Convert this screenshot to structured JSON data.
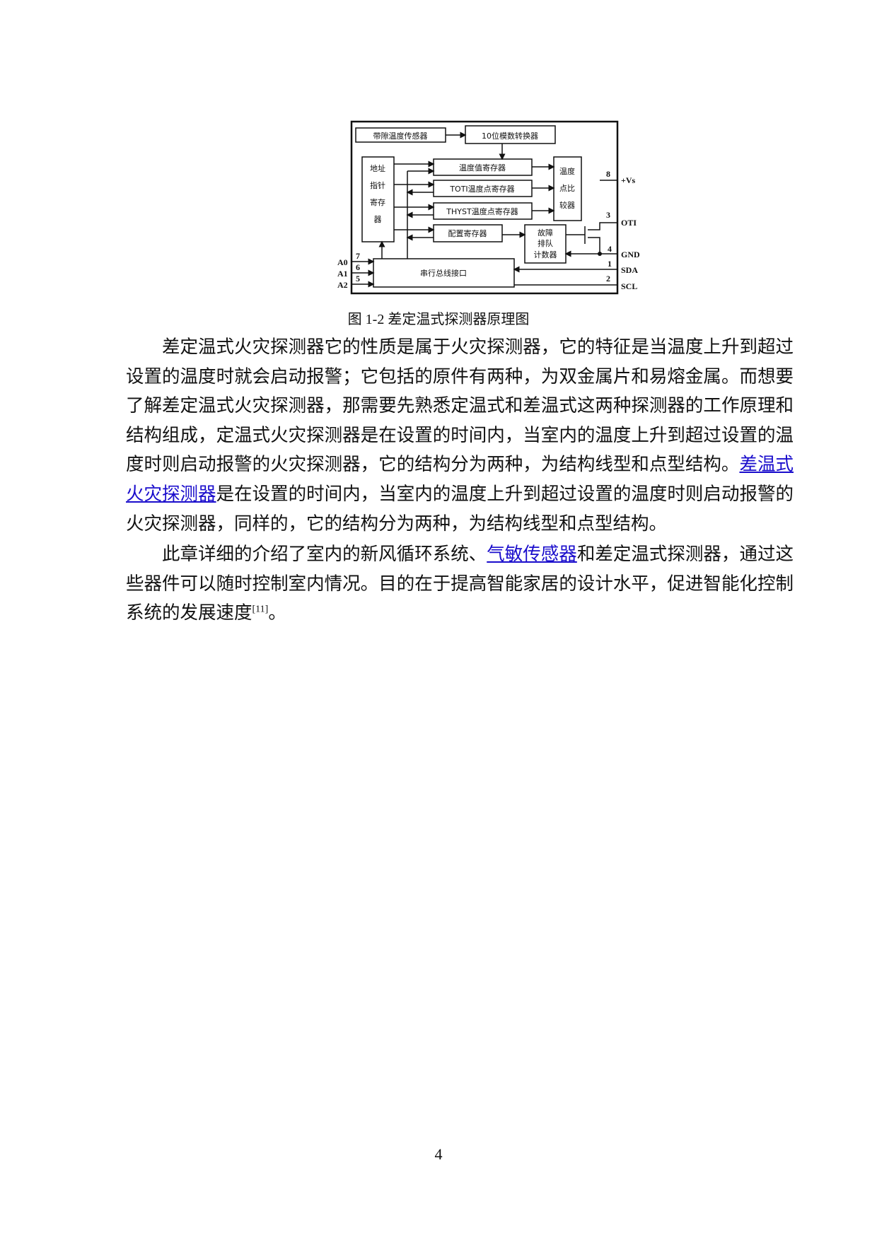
{
  "figure": {
    "caption": "图 1-2  差定温式探测器原理图",
    "blocks": {
      "sensor": "带隙温度传感器",
      "adc": "10位模数转换器",
      "pointer": [
        "地址",
        "指针",
        "寄存",
        "器"
      ],
      "temp_reg": "温度值寄存器",
      "toti_reg": "TOTI温度点寄存器",
      "thyst_reg": "THYST温度点寄存器",
      "config_reg": "配置寄存器",
      "comparator": [
        "温度",
        "点比",
        "较器"
      ],
      "fault_counter": [
        "故障",
        "排队",
        "计数器"
      ],
      "serial_if": "串行总线接口"
    },
    "pins": {
      "vs": {
        "num": "8",
        "label": "+Vs"
      },
      "oti": {
        "num": "3",
        "label": "OTI"
      },
      "gnd": {
        "num": "4",
        "label": "GND"
      },
      "sda": {
        "num": "1",
        "label": "SDA"
      },
      "scl": {
        "num": "2",
        "label": "SCL"
      },
      "a0": {
        "num": "7",
        "label": "A0"
      },
      "a1": {
        "num": "6",
        "label": "A1"
      },
      "a2": {
        "num": "5",
        "label": "A2"
      }
    }
  },
  "paragraph1": {
    "text_a": "差定温式火灾探测器它的性质是属于火灾探测器，它的特征是当温度上升到超过设置的温度时就会启动报警；它包括的原件有两种，为双金属片和易熔金属。而想要了解差定温式火灾探测器，那需要先熟悉定温式和差温式这两种探测器的工作原理和结构组成，定温式火灾探测器是在设置的时间内，当室内的温度上升到超过设置的温度时则启动报警的火灾探测器，它的结构分为两种，为结构线型和点型结构。",
    "link": "差温式火灾探测器",
    "text_b": "是在设置的时间内，当室内的温度上升到超过设置的温度时则启动报警的火灾探测器，同样的，它的结构分为两种，为结构线型和点型结构。"
  },
  "paragraph2": {
    "text_a": "此章详细的介绍了室内的新风循环系统、",
    "link": "气敏传感器",
    "text_b": "和差定温式探测器，通过这些器件可以随时控制室内情况。目的在于提高智能家居的设计水平，促进智能化控制系统的发展速度",
    "citation": "[11]",
    "text_c": "。"
  },
  "page_number": "4",
  "colors": {
    "link": "#1a0dcc",
    "text": "#111111"
  }
}
